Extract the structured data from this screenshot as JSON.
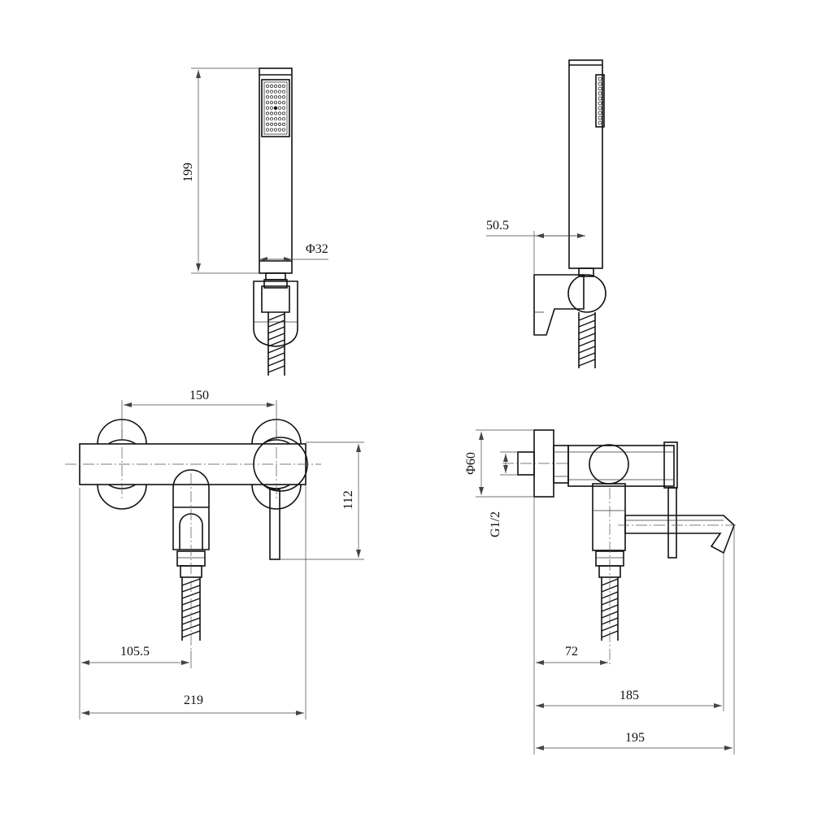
{
  "dimensions": {
    "handset_length": "199",
    "handset_diameter": "Φ32",
    "bracket_offset": "50.5",
    "inlet_spacing": "150",
    "body_height": "112",
    "outlet_offset": "105.5",
    "overall_width": "219",
    "rosette_diameter": "Φ60",
    "thread_size": "G1/2",
    "hose_outlet_projection": "72",
    "spout_projection": "185",
    "overall_projection": "195"
  }
}
